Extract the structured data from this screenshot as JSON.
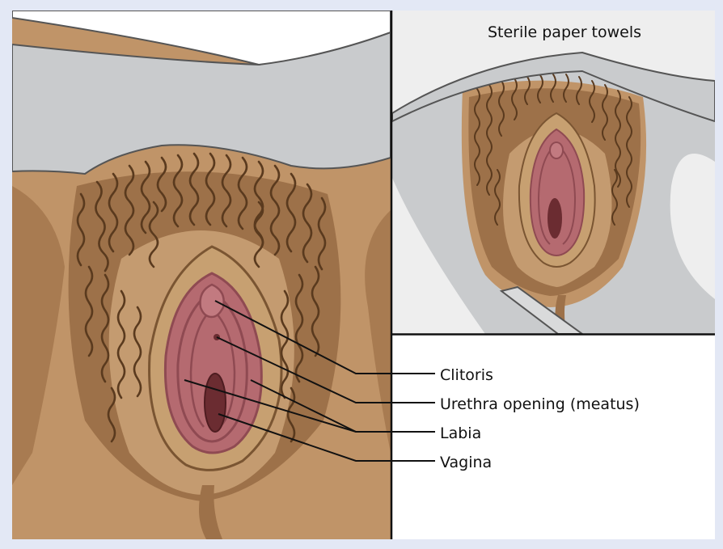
{
  "inset_title": "Sterile paper towels",
  "labels": {
    "clitoris": "Clitoris",
    "urethra": "Urethra opening (meatus)",
    "labia": "Labia",
    "vagina": "Vagina"
  },
  "colors": {
    "background": "#e3e8f5",
    "skin": "#c09468",
    "skin_shadow": "#9d7149",
    "hair": "#5a3a1e",
    "labia_outer": "#b56a70",
    "labia_inner": "#8f4a52",
    "vagina": "#6b2c31",
    "towel": "#c9cbcd",
    "towel_light": "#eeeeee"
  }
}
